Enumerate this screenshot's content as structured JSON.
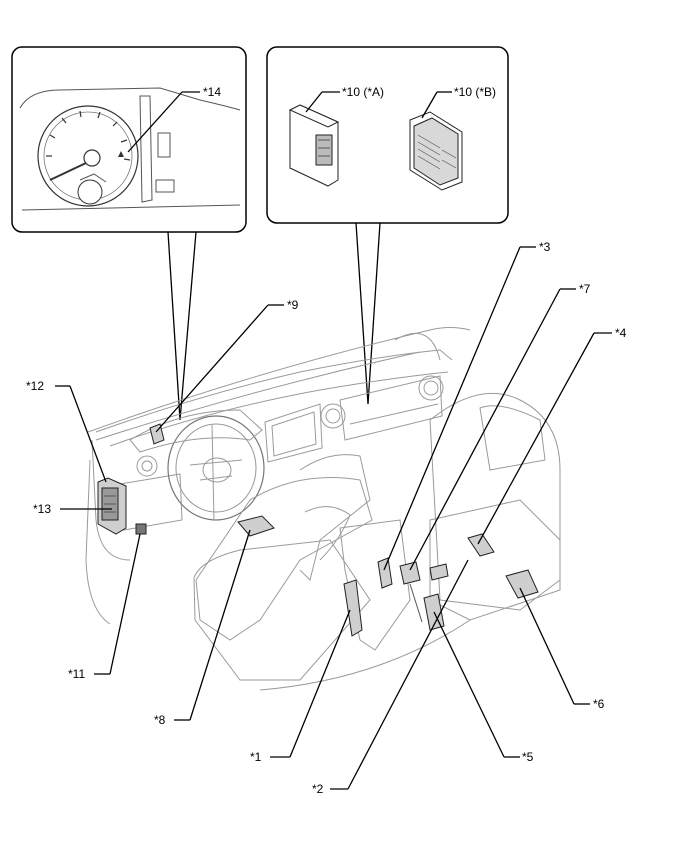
{
  "callouts": {
    "c1": "*1",
    "c2": "*2",
    "c3": "*3",
    "c4": "*4",
    "c5": "*5",
    "c6": "*6",
    "c7": "*7",
    "c8": "*8",
    "c9": "*9",
    "c10a": "*10 (*A)",
    "c10b": "*10 (*B)",
    "c11": "*11",
    "c12": "*12",
    "c13": "*13",
    "c14": "*14"
  },
  "colors": {
    "line": "#000000",
    "sketch": "#9a9a9a",
    "part_fill": "#cfcfcf"
  }
}
